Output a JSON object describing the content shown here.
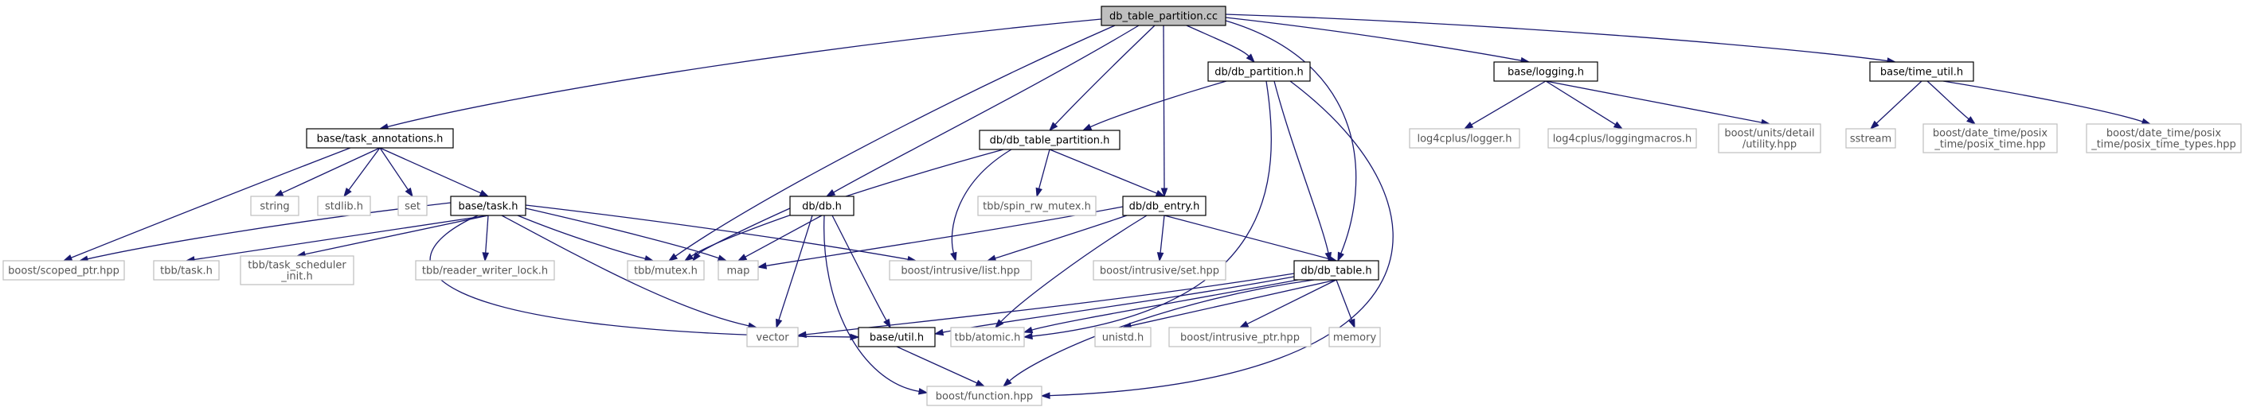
{
  "colors": {
    "edge": "#191970",
    "root_fill": "#bfbfbf",
    "local_border": "#000000",
    "external_border": "#bfbfbf",
    "external_text": "#555555"
  },
  "nodes": [
    {
      "id": "root",
      "label": "db_table_partition.cc",
      "kind": "root"
    },
    {
      "id": "task_annotations",
      "label": "base/task_annotations.h",
      "kind": "local"
    },
    {
      "id": "db_partition",
      "label": "db/db_partition.h",
      "kind": "local"
    },
    {
      "id": "logging",
      "label": "base/logging.h",
      "kind": "local"
    },
    {
      "id": "time_util",
      "label": "base/time_util.h",
      "kind": "local"
    },
    {
      "id": "db_table_partition",
      "label": "db/db_table_partition.h",
      "kind": "local"
    },
    {
      "id": "db_db",
      "label": "db/db.h",
      "kind": "local"
    },
    {
      "id": "db_entry",
      "label": "db/db_entry.h",
      "kind": "local"
    },
    {
      "id": "base_task",
      "label": "base/task.h",
      "kind": "local"
    },
    {
      "id": "db_table",
      "label": "db/db_table.h",
      "kind": "local"
    },
    {
      "id": "base_util",
      "label": "base/util.h",
      "kind": "local"
    },
    {
      "id": "string",
      "label": "string",
      "kind": "external"
    },
    {
      "id": "stdlib",
      "label": "stdlib.h",
      "kind": "external"
    },
    {
      "id": "set",
      "label": "set",
      "kind": "external"
    },
    {
      "id": "scoped_ptr",
      "label": "boost/scoped_ptr.hpp",
      "kind": "external"
    },
    {
      "id": "tbb_task",
      "label": "tbb/task.h",
      "kind": "external"
    },
    {
      "id": "task_scheduler_init",
      "label": "tbb/task_scheduler\n_init.h",
      "kind": "external"
    },
    {
      "id": "rw_lock",
      "label": "tbb/reader_writer_lock.h",
      "kind": "external"
    },
    {
      "id": "tbb_mutex",
      "label": "tbb/mutex.h",
      "kind": "external"
    },
    {
      "id": "map",
      "label": "map",
      "kind": "external"
    },
    {
      "id": "intrusive_list",
      "label": "boost/intrusive/list.hpp",
      "kind": "external"
    },
    {
      "id": "spin_rw_mutex",
      "label": "tbb/spin_rw_mutex.h",
      "kind": "external"
    },
    {
      "id": "intrusive_set",
      "label": "boost/intrusive/set.hpp",
      "kind": "external"
    },
    {
      "id": "vector",
      "label": "vector",
      "kind": "external"
    },
    {
      "id": "tbb_atomic",
      "label": "tbb/atomic.h",
      "kind": "external"
    },
    {
      "id": "unistd",
      "label": "unistd.h",
      "kind": "external"
    },
    {
      "id": "intrusive_ptr",
      "label": "boost/intrusive_ptr.hpp",
      "kind": "external"
    },
    {
      "id": "memory",
      "label": "memory",
      "kind": "external"
    },
    {
      "id": "boost_function",
      "label": "boost/function.hpp",
      "kind": "external"
    },
    {
      "id": "log4cplus_logger",
      "label": "log4cplus/logger.h",
      "kind": "external"
    },
    {
      "id": "log4cplus_loggingmacros",
      "label": "log4cplus/loggingmacros.h",
      "kind": "external"
    },
    {
      "id": "boost_units",
      "label": "boost/units/detail\n/utility.hpp",
      "kind": "external"
    },
    {
      "id": "sstream",
      "label": "sstream",
      "kind": "external"
    },
    {
      "id": "posix_time",
      "label": "boost/date_time/posix\n_time/posix_time.hpp",
      "kind": "external"
    },
    {
      "id": "posix_time_types",
      "label": "boost/date_time/posix\n_time/posix_time_types.hpp",
      "kind": "external"
    }
  ],
  "edges": [
    [
      "root",
      "task_annotations"
    ],
    [
      "root",
      "tbb_mutex"
    ],
    [
      "root",
      "db_db"
    ],
    [
      "root",
      "db_table_partition"
    ],
    [
      "root",
      "db_partition"
    ],
    [
      "root",
      "db_entry"
    ],
    [
      "root",
      "db_table"
    ],
    [
      "root",
      "logging"
    ],
    [
      "root",
      "time_util"
    ],
    [
      "task_annotations",
      "scoped_ptr"
    ],
    [
      "task_annotations",
      "string"
    ],
    [
      "task_annotations",
      "stdlib"
    ],
    [
      "task_annotations",
      "set"
    ],
    [
      "task_annotations",
      "base_task"
    ],
    [
      "base_task",
      "scoped_ptr"
    ],
    [
      "base_task",
      "tbb_task"
    ],
    [
      "base_task",
      "task_scheduler_init"
    ],
    [
      "base_task",
      "rw_lock"
    ],
    [
      "base_task",
      "tbb_mutex"
    ],
    [
      "base_task",
      "map"
    ],
    [
      "base_task",
      "intrusive_list"
    ],
    [
      "base_task",
      "vector"
    ],
    [
      "base_task",
      "base_util"
    ],
    [
      "db_partition",
      "db_table_partition"
    ],
    [
      "db_partition",
      "db_table"
    ],
    [
      "db_partition",
      "tbb_atomic"
    ],
    [
      "db_partition",
      "boost_function"
    ],
    [
      "db_table_partition",
      "tbb_mutex"
    ],
    [
      "db_table_partition",
      "spin_rw_mutex"
    ],
    [
      "db_table_partition",
      "intrusive_list"
    ],
    [
      "db_table_partition",
      "db_entry"
    ],
    [
      "db_db",
      "tbb_mutex"
    ],
    [
      "db_db",
      "map"
    ],
    [
      "db_db",
      "vector"
    ],
    [
      "db_db",
      "base_util"
    ],
    [
      "db_db",
      "boost_function"
    ],
    [
      "db_entry",
      "map"
    ],
    [
      "db_entry",
      "intrusive_list"
    ],
    [
      "db_entry",
      "intrusive_set"
    ],
    [
      "db_entry",
      "tbb_atomic"
    ],
    [
      "db_entry",
      "db_table"
    ],
    [
      "db_table",
      "vector"
    ],
    [
      "db_table",
      "base_util"
    ],
    [
      "db_table",
      "tbb_atomic"
    ],
    [
      "db_table",
      "unistd"
    ],
    [
      "db_table",
      "intrusive_ptr"
    ],
    [
      "db_table",
      "memory"
    ],
    [
      "db_table",
      "boost_function"
    ],
    [
      "base_util",
      "boost_function"
    ],
    [
      "logging",
      "log4cplus_logger"
    ],
    [
      "logging",
      "log4cplus_loggingmacros"
    ],
    [
      "logging",
      "boost_units"
    ],
    [
      "time_util",
      "sstream"
    ],
    [
      "time_util",
      "posix_time"
    ],
    [
      "time_util",
      "posix_time_types"
    ]
  ]
}
